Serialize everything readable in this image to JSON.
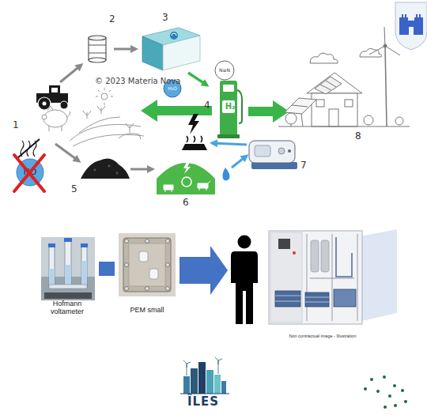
{
  "diagram": {
    "nodes": [
      {
        "text": [
          "H₂O"
        ]
      },
      {
        "text": [
          "N≡N"
        ]
      },
      {
        "text": [
          "H₂"
        ]
      },
      {
        "text": [
          "NO"
        ]
      },
      {
        "text": [
          "Hofmann voltameter"
        ]
      },
      {
        "text": [
          "PEM small"
        ]
      },
      {
        "text": [
          "Non contractual image - Illustration"
        ]
      }
    ],
    "edges": [
      {
        "from": 4,
        "to": 5,
        "arrow": "none"
      },
      {
        "from": 5,
        "to": 6,
        "arrow": "to"
      }
    ],
    "labels": [
      "© 2023 Materia Nova",
      "1",
      "2",
      "3",
      "4",
      "5",
      "6",
      "7",
      "8",
      "ÎLES"
    ]
  }
}
